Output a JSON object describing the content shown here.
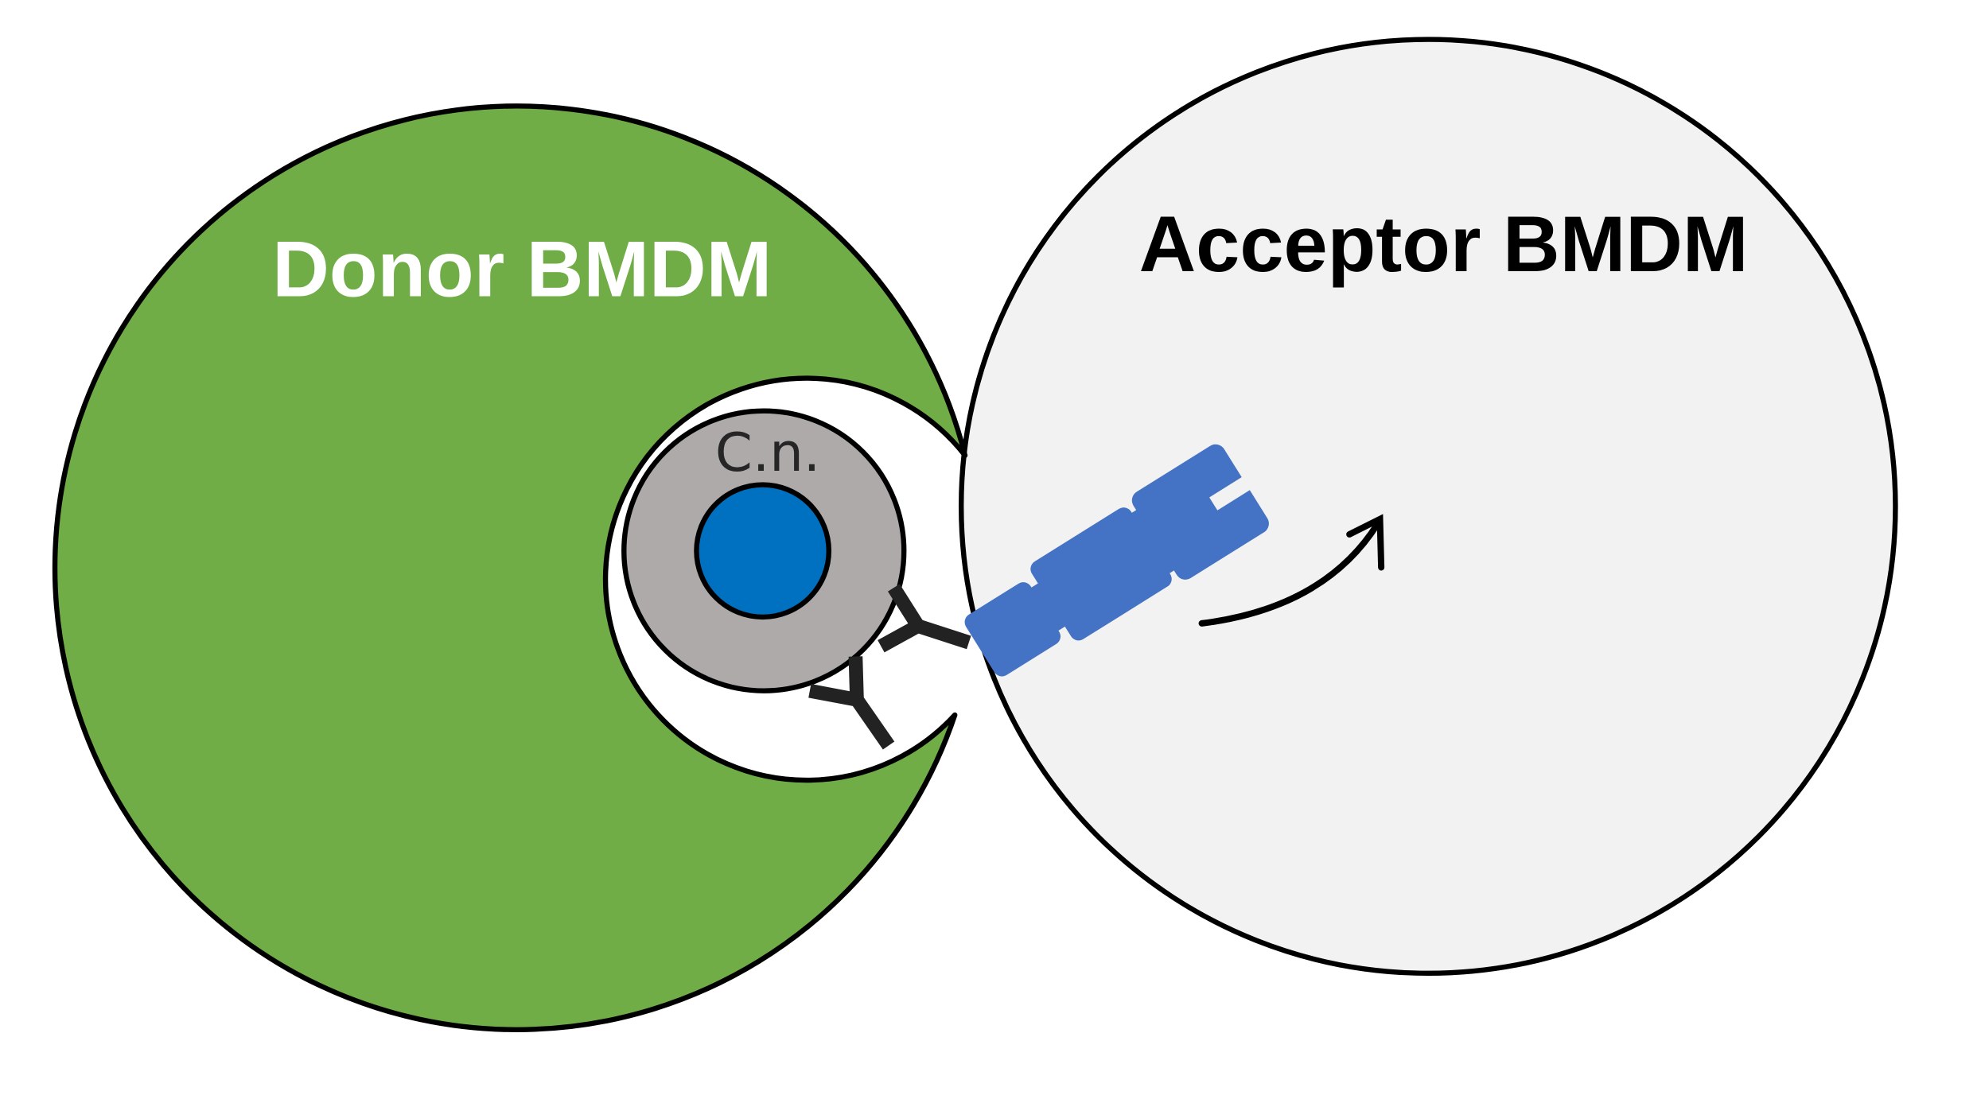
{
  "labels": {
    "donor": "Donor BMDM",
    "acceptor": "Acceptor BMDM",
    "cn": "C.n."
  },
  "colors": {
    "donor_fill": "#70AD47",
    "acceptor_fill": "#F2F2F2",
    "capsule_fill": "#AEAAAA",
    "yeast_fill": "#0070C0",
    "receptor_fill": "#4472C4",
    "outline": "#000000",
    "donor_label": "#FFFFFF",
    "acceptor_label": "#000000"
  },
  "icons": {
    "antibody": "antibody-icon",
    "receptor": "fc-receptor-icon",
    "transfer": "curved-arrow-icon"
  }
}
